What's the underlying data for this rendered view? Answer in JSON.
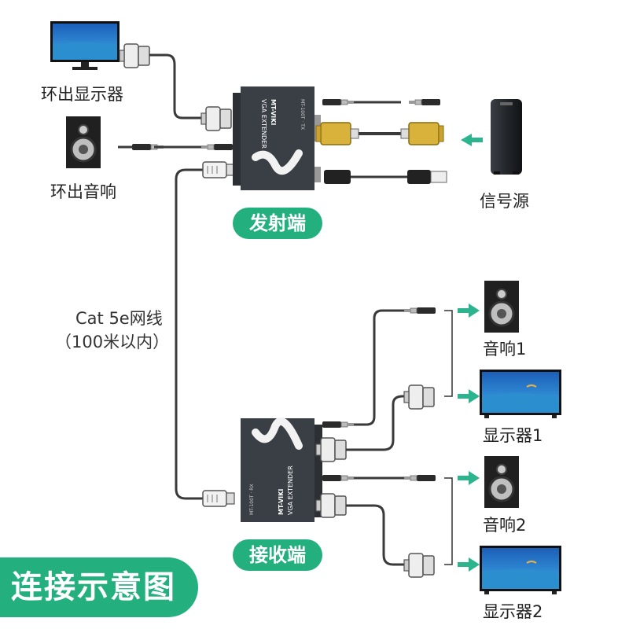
{
  "labels": {
    "loop_display": "环出显示器",
    "loop_audio": "环出音响",
    "source": "信号源",
    "speaker1": "音响1",
    "display1": "显示器1",
    "speaker2": "音响2",
    "display2": "显示器2"
  },
  "badges": {
    "transmitter": "发射端",
    "receiver": "接收端"
  },
  "cable": {
    "line1": "Cat 5e网线",
    "line2": "（100米以内）"
  },
  "device": {
    "brand": "MT-VIKI",
    "model": "VGA EXTENDER",
    "tx_tag": "MT-100T · TX",
    "rx_tag": "MT-100T · RX"
  },
  "footer": {
    "title": "连接示意图"
  },
  "colors": {
    "accent": "#23b07e",
    "arrow": "#2bb48d",
    "device_body": "#3a3f45",
    "cable": "#3a3a3a",
    "vga_gold": "#d8b23a",
    "screen_sky": "#1f73c8",
    "screen_sea": "#2aa0d8"
  },
  "icons": [
    "monitor-icon",
    "speaker-icon",
    "pc-tower-icon",
    "tv-icon",
    "vga-connector-icon",
    "rj45-connector-icon",
    "audio-jack-icon",
    "usb-connector-icon",
    "arrow-right-icon",
    "arrow-left-icon"
  ]
}
